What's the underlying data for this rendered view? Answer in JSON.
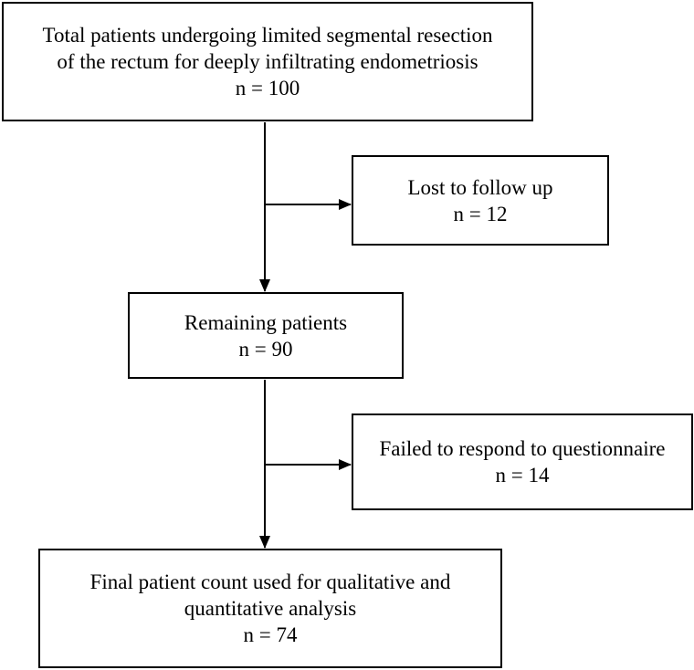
{
  "nodes": {
    "total": {
      "line1": "Total patients undergoing limited segmental resection",
      "line2": "of the rectum for deeply infiltrating endometriosis",
      "count": "n = 100"
    },
    "lost": {
      "label": "Lost to follow up",
      "count": "n = 12"
    },
    "remaining": {
      "label": "Remaining patients",
      "count": "n = 90"
    },
    "failed": {
      "label": "Failed to respond to questionnaire",
      "count": "n = 14"
    },
    "final": {
      "line1": "Final patient count used for qualitative and",
      "line2": "quantitative analysis",
      "count": "n = 74"
    }
  },
  "colors": {
    "stroke": "#000000",
    "background": "#ffffff"
  }
}
